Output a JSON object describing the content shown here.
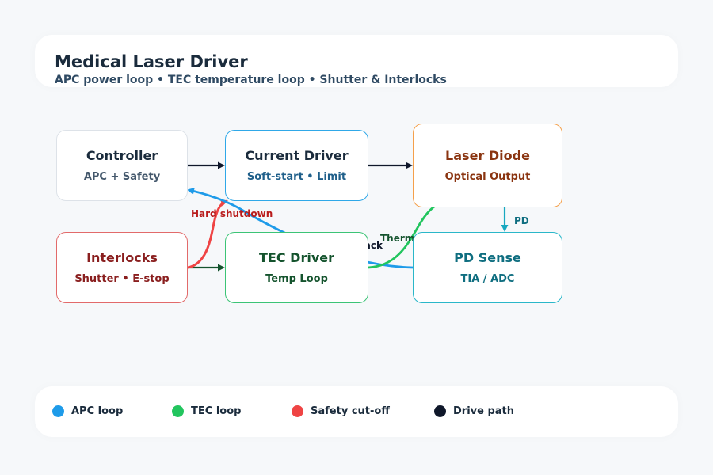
{
  "header": {
    "title": "Medical Laser Driver",
    "subtitle": "APC power loop • TEC temperature loop • Shutter & Interlocks"
  },
  "nodes": {
    "controller": {
      "name": "Controller",
      "sub": "APC + Safety"
    },
    "current_driver": {
      "name": "Current Driver",
      "sub": "Soft-start • Limit"
    },
    "laser_diode": {
      "name": "Laser Diode",
      "sub": "Optical Output"
    },
    "interlocks": {
      "name": "Interlocks",
      "sub": "Shutter • E-stop"
    },
    "tec_driver": {
      "name": "TEC Driver",
      "sub": "Temp Loop"
    },
    "pd_sense": {
      "name": "PD Sense",
      "sub": "TIA / ADC"
    }
  },
  "edges": {
    "hard_shutdown": "Hard shutdown",
    "apc_feedback": "APC feedback",
    "thermal_control": "Thermal control",
    "pd": "PD"
  },
  "legend": [
    {
      "label": "APC loop",
      "color": "#1e9be9"
    },
    {
      "label": "TEC loop",
      "color": "#22c55e"
    },
    {
      "label": "Safety cut-off",
      "color": "#ef4444"
    },
    {
      "label": "Drive path",
      "color": "#0f172a"
    }
  ],
  "colors": {
    "apc": "#1e9be9",
    "tec": "#22c55e",
    "safety": "#ef4444",
    "drive": "#0f172a",
    "pd": "#18a8c0",
    "tec_drive": "#14532d"
  }
}
